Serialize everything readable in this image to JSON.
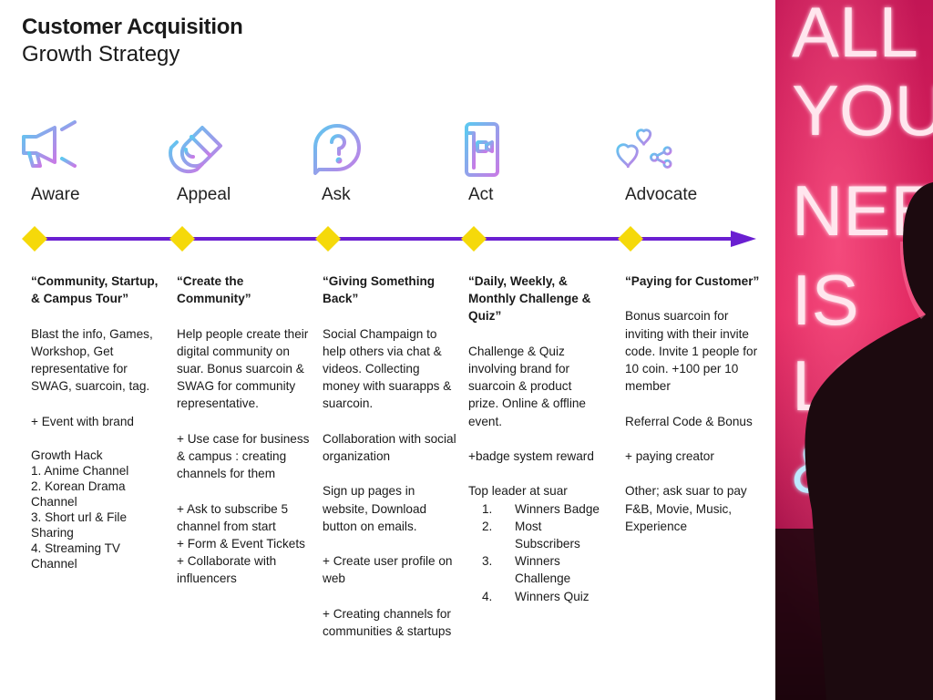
{
  "title": "Customer Acquisition",
  "subtitle": "Growth Strategy",
  "colors": {
    "accent": "#6a1fd1",
    "diamond": "#f5d90a",
    "icon_start": "#5ec8f0",
    "icon_end": "#c77be6"
  },
  "stages": [
    {
      "label": "Aware",
      "icon": "megaphone-icon"
    },
    {
      "label": "Appeal",
      "icon": "magnet-icon"
    },
    {
      "label": "Ask",
      "icon": "question-bubble-icon"
    },
    {
      "label": "Act",
      "icon": "phone-video-icon"
    },
    {
      "label": "Advocate",
      "icon": "hearts-share-icon"
    }
  ],
  "columns": [
    {
      "heading": "“Community, Startup, & Campus Tour”",
      "paragraphs": [
        "Blast the info, Games, Workshop, Get representative for SWAG, suarcoin, tag.",
        "+ Event with brand"
      ],
      "growth_hack": [
        "Growth Hack",
        "1. Anime Channel",
        "2. Korean Drama Channel",
        "3. Short url & File Sharing",
        "4. Streaming TV Channel"
      ]
    },
    {
      "heading": "“Create the Community”",
      "paragraphs": [
        "Help people create their digital community on suar. Bonus suarcoin & SWAG for community representative.",
        "+ Use case for business & campus : creating channels for them"
      ],
      "lines": [
        "+ Ask to subscribe 5 channel from start",
        "+ Form & Event Tickets",
        "+ Collaborate with influencers"
      ]
    },
    {
      "heading": "“Giving Something Back”",
      "paragraphs": [
        "Social Champaign to help others via chat & videos. Collecting money with suarapps & suarcoin.",
        "Collaboration with social organization",
        "Sign up pages in website, Download button on emails.",
        "+ Create user profile on web",
        "+ Creating channels for communities & startups"
      ]
    },
    {
      "heading": "“Daily, Weekly, & Monthly Challenge & Quiz”",
      "paragraphs": [
        "Challenge & Quiz involving brand for suarcoin & product prize. Online & offline event.",
        "+badge system reward"
      ],
      "list_intro": "Top leader at suar",
      "list": [
        {
          "num": "1.",
          "text": "Winners Badge"
        },
        {
          "num": "2.",
          "text": "Most Subscribers"
        },
        {
          "num": "3.",
          "text": "Winners Challenge"
        },
        {
          "num": "4.",
          "text": "Winners Quiz"
        }
      ]
    },
    {
      "heading": "“Paying for Customer”",
      "paragraphs": [
        "Bonus suarcoin for inviting with their invite code. Invite 1 people for 10 coin. +100 per 10 member",
        "Referral Code & Bonus",
        "+ paying creator",
        "Other; ask suar to pay F&B, Movie, Music, Experience"
      ]
    }
  ],
  "photo": {
    "neon_text": [
      "ALL",
      "YOU",
      "NEE",
      "IS",
      "LO",
      "&"
    ]
  }
}
